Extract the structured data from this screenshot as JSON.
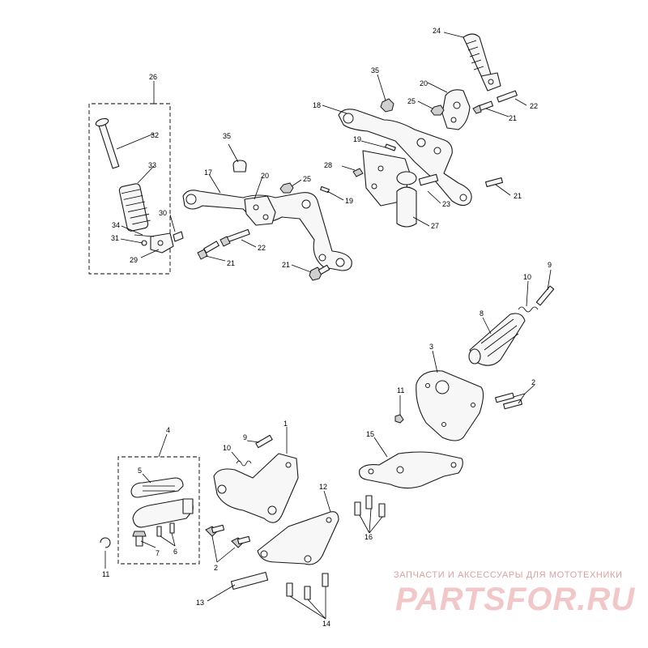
{
  "diagram": {
    "callouts": {
      "c24": "24",
      "c35a": "35",
      "c20a": "20",
      "c25a": "25",
      "c22a": "22",
      "c18": "18",
      "c21a": "21",
      "c26": "26",
      "c32": "32",
      "c33": "33",
      "c35b": "35",
      "c17": "17",
      "c20b": "20",
      "c25b": "25",
      "c19a": "19",
      "c19b": "19",
      "c28": "28",
      "c23": "23",
      "c21b": "21",
      "c27": "27",
      "c34": "34",
      "c30": "30",
      "c31": "31",
      "c29": "29",
      "c22b": "22",
      "c21c": "21",
      "c21d": "21",
      "c9a": "9",
      "c10a": "10",
      "c8": "8",
      "c3": "3",
      "c11a": "11",
      "c2a": "2",
      "c4": "4",
      "c1": "1",
      "c9b": "9",
      "c10b": "10",
      "c5": "5",
      "c15": "15",
      "c12": "12",
      "c16": "16",
      "c7": "7",
      "c6": "6",
      "c2b": "2",
      "c11b": "11",
      "c13": "13",
      "c14": "14"
    }
  },
  "watermark": {
    "tagline": "ЗАПЧАСТИ И АКСЕССУАРЫ ДЛЯ МОТОТЕХНИКИ",
    "logo": "PARTSFOR.RU"
  }
}
